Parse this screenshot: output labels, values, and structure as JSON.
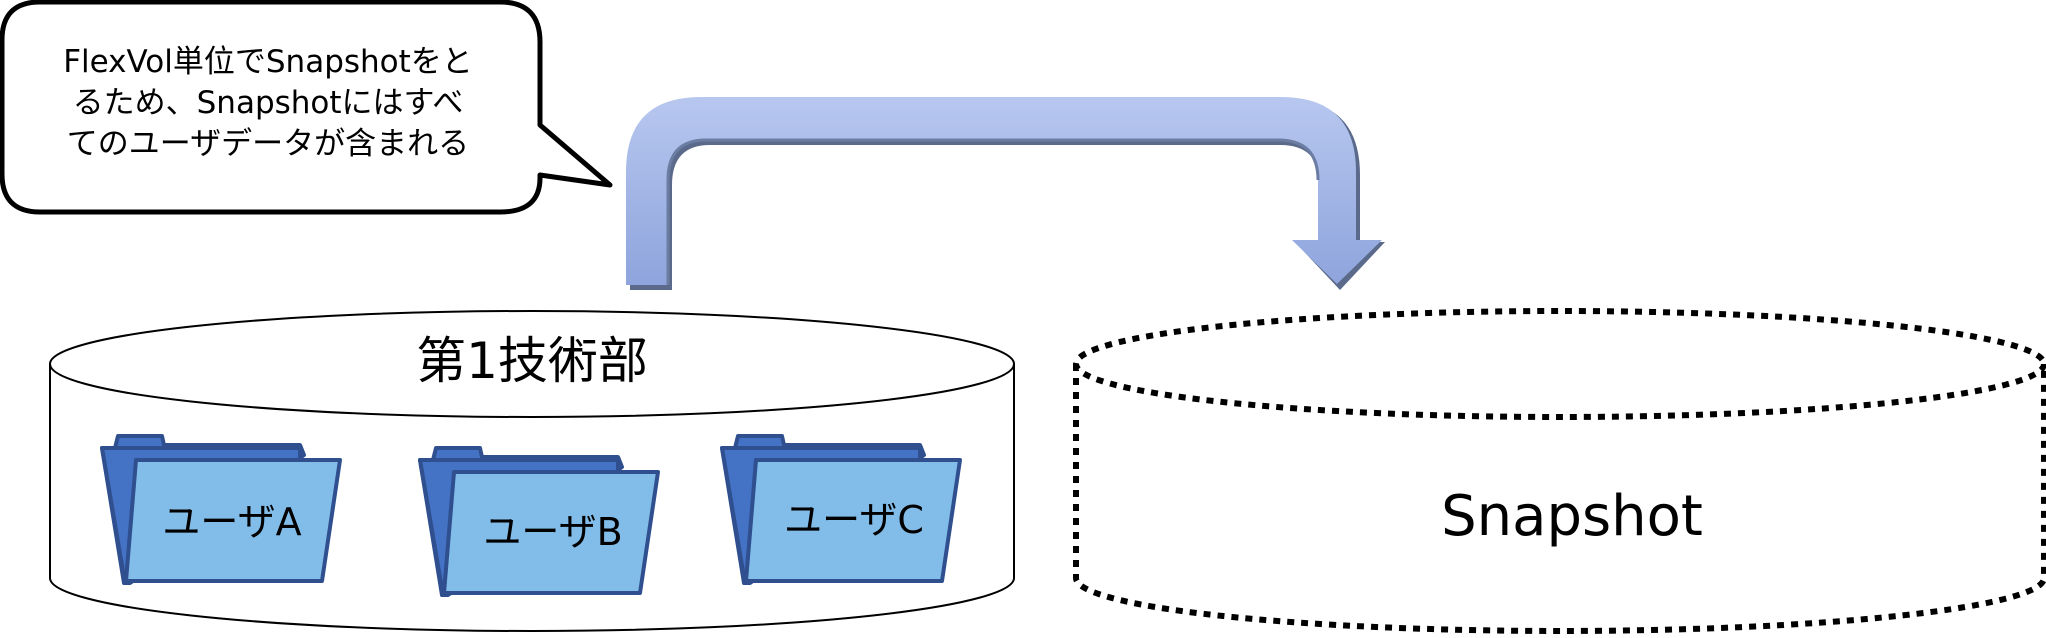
{
  "callout": {
    "lines": [
      "FlexVol単位でSnapshotをと",
      "るため、Snapshotにはすべ",
      "てのユーザデータが含まれる"
    ]
  },
  "source_volume": {
    "label": "第1技術部",
    "folders": [
      {
        "label": "ユーザA"
      },
      {
        "label": "ユーザB"
      },
      {
        "label": "ユーザC"
      }
    ]
  },
  "snapshot_volume": {
    "label": "Snapshot"
  },
  "colors": {
    "arrow_fill": "#9fb3e6",
    "arrow_shadow": "#5b6a8a",
    "folder_back": "#4472c4",
    "folder_front": "#82bde9",
    "folder_outline": "#2f4f8f",
    "stroke": "#000000"
  },
  "icons": {
    "folder": "folder-icon",
    "arrow": "curved-arrow"
  }
}
